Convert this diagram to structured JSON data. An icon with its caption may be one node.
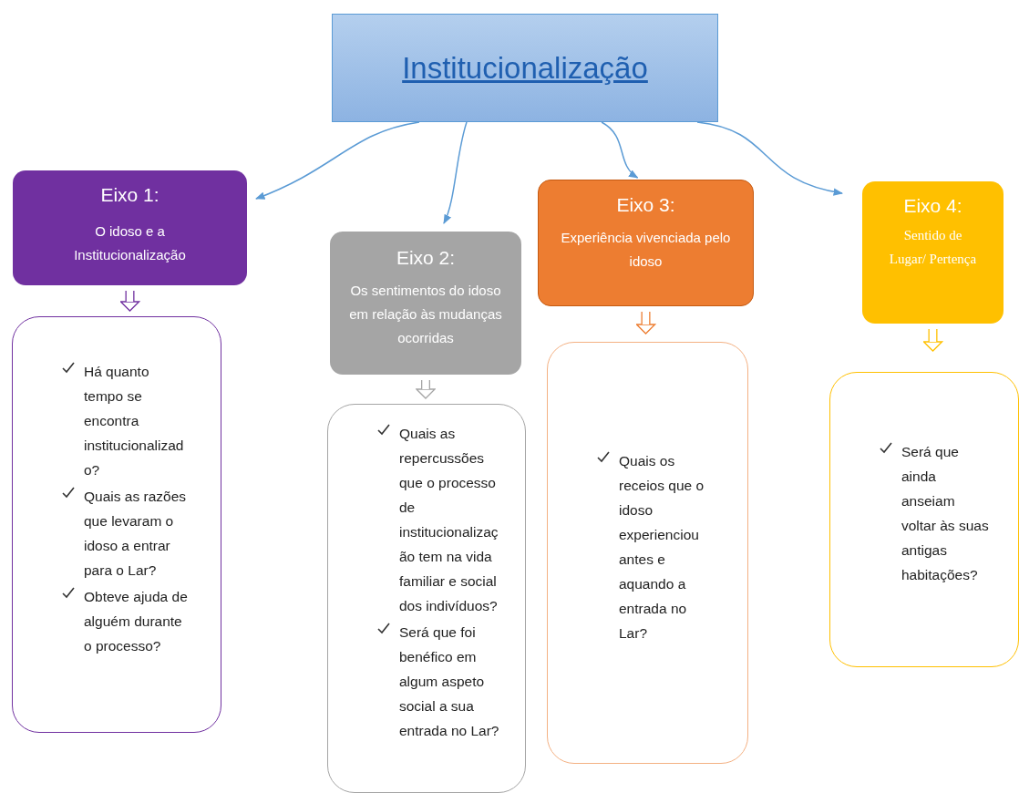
{
  "diagram": {
    "nodes": [
      {
        "text": [
          "Institucionalização"
        ]
      },
      {
        "text": [
          "Eixo 1:",
          "O idoso e a Institucionalização"
        ]
      },
      {
        "text": [
          "Eixo 2:",
          "Os sentimentos do idoso em relação às mudanças ocorridas"
        ]
      },
      {
        "text": [
          "Eixo 3:",
          "Experiência vivenciada pelo idoso"
        ]
      },
      {
        "text": [
          "Eixo 4:",
          "Sentido de Lugar/ Pertença"
        ]
      },
      {
        "text": [
          "Há quanto tempo se encontra institucionalizado?",
          "Quais as razões que levaram o idoso a entrar para o Lar?",
          "Obteve ajuda de alguém durante o processo?"
        ]
      },
      {
        "text": [
          "Quais as repercussões que o processo de institucionalização tem na vida familiar e social dos indivíduos?",
          "Será que foi benéfico em algum aspeto social a sua entrada no Lar?"
        ]
      },
      {
        "text": [
          "Quais os receios que o idoso experienciou antes e aquando a entrada no Lar?"
        ]
      },
      {
        "text": [
          "Será que ainda anseiam voltar às suas antigas habitações?"
        ]
      }
    ],
    "edges": [
      {
        "from": 0,
        "to": 1,
        "arrow": "to"
      },
      {
        "from": 0,
        "to": 2,
        "arrow": "to"
      },
      {
        "from": 0,
        "to": 3,
        "arrow": "to"
      },
      {
        "from": 0,
        "to": 4,
        "arrow": "to"
      },
      {
        "from": 1,
        "to": 5,
        "arrow": "to",
        "style": "thick",
        "color": "#7030a0"
      },
      {
        "from": 2,
        "to": 6,
        "arrow": "to",
        "style": "thick",
        "color": "#a5a5a5"
      },
      {
        "from": 3,
        "to": 7,
        "arrow": "to",
        "style": "thick",
        "color": "#ed7d31"
      },
      {
        "from": 4,
        "to": 8,
        "arrow": "to",
        "style": "thick",
        "color": "#ffc000"
      }
    ]
  }
}
